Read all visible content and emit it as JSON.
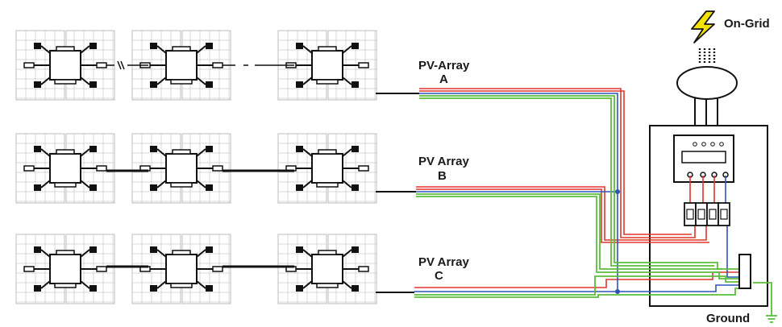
{
  "arrays": [
    {
      "title": "PV-Array",
      "letter": "A"
    },
    {
      "title": "PV Array",
      "letter": "B"
    },
    {
      "title": "PV Array",
      "letter": "C"
    }
  ],
  "grid_label": "On-Grid",
  "ground_label": "Ground",
  "colors": {
    "phase": "#e0352b",
    "neutral": "#2d55b8",
    "earth": "#5bbf3a",
    "bolt": "#f2e400",
    "line": "#111111",
    "panel": "#c8c8c8"
  }
}
